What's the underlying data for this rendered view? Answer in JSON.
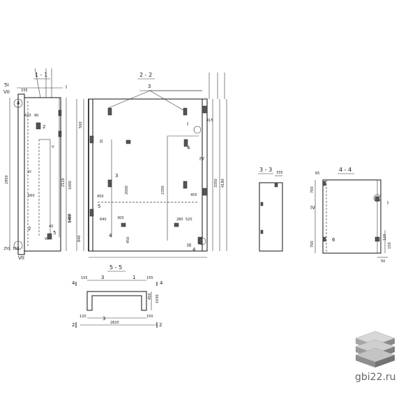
{
  "views": {
    "v11": {
      "title": "1 - 1"
    },
    "v22": {
      "title": "2 - 2"
    },
    "v33": {
      "title": "3 - 3"
    },
    "v44": {
      "title": "4 - 4"
    },
    "v55": {
      "title": "5 - 5"
    }
  },
  "labels": {
    "s1_a": "5I",
    "s1_b": "VII",
    "s1_c": "I",
    "s1_d": "335",
    "s1_e": "420",
    "s1_f": "90",
    "s1_g": "V",
    "s1_h": "IV",
    "s1_i": "560",
    "s1_j": "2950",
    "s1_k": "2120",
    "s1_l": "1460",
    "s1_m": "40",
    "s1_n": "VI",
    "s1_o": "250",
    "s1_p": "150",
    "s1_q": "VII",
    "s1_r": "4",
    "s1_s": "2",
    "s1_t": "2",
    "s1_u": "5",
    "s2_a": "3",
    "s2_b": "II",
    "s2_c": "500",
    "s2_d": "450",
    "s2_e": "640",
    "s2_f": "300",
    "s2_g": "5",
    "s2_h": "4",
    "s2_i": "840",
    "s2_j": "3",
    "s2_k": "1000",
    "s2_l": "1460",
    "s2_m": "2000",
    "s2_n": "450",
    "s2_o": "2350",
    "s2_p": "4",
    "s2_q": "280",
    "s2_r": "520",
    "s2_s": "455",
    "s2_t": "415",
    "s2_u": "I",
    "s2_v": "III",
    "s2_w": "3350",
    "s2_x": "4180",
    "s2_y": "IV",
    "s2_z": "4",
    "s3_a": "335",
    "s4_a": "65",
    "s4_b": "700",
    "s4_c": "IV",
    "s4_d": "6",
    "s4_e": "700",
    "s4_f": "I",
    "s4_g": "120",
    "s4_h": "150",
    "s4_i": "50",
    "s5_a": "4",
    "s5_b": "155",
    "s5_c": "3",
    "s5_d": "1",
    "s5_e": "155",
    "s5_f": "4",
    "s5_g": "120",
    "s5_h": "3",
    "s5_i": "150",
    "s5_j": "2",
    "s5_k": "2820",
    "s5_l": "2",
    "s5_m": "450",
    "s5_n": "1030"
  },
  "watermark": {
    "text": "gbi22.ru"
  },
  "colors": {
    "ink": "#1a1a1a",
    "part_fill": "#555555",
    "watermark": "#666666"
  }
}
